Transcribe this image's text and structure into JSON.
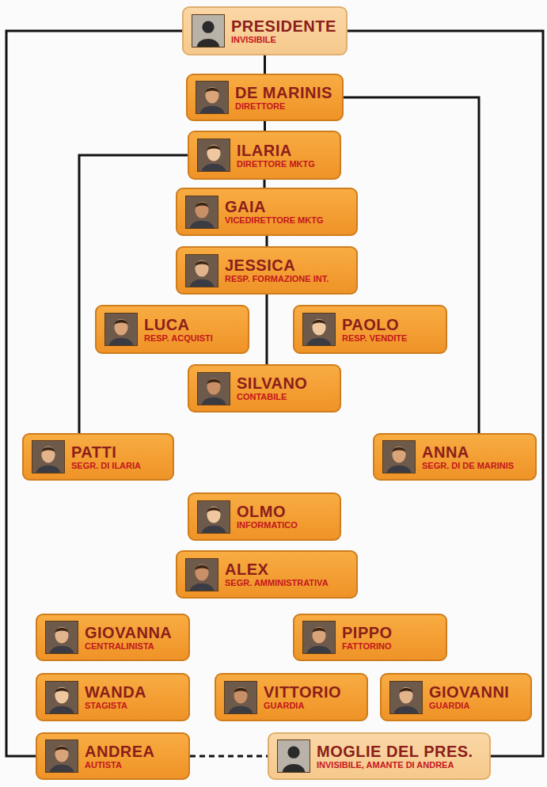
{
  "diagram": {
    "nodes": [
      {
        "text": [
          "PRESIDENTE",
          "INVISIBILE"
        ]
      },
      {
        "text": [
          "DE MARINIS",
          "DIRETTORE"
        ]
      },
      {
        "text": [
          "ILARIA",
          "DIRETTORE MKTG"
        ]
      },
      {
        "text": [
          "GAIA",
          "VICEDIRETTORE MKTG"
        ]
      },
      {
        "text": [
          "JESSICA",
          "RESP. FORMAZIONE INT."
        ]
      },
      {
        "text": [
          "LUCA",
          "RESP. ACQUISTI"
        ]
      },
      {
        "text": [
          "PAOLO",
          "RESP. VENDITE"
        ]
      },
      {
        "text": [
          "SILVANO",
          "CONTABILE"
        ]
      },
      {
        "text": [
          "PATTI",
          "SEGR. DI ILARIA"
        ]
      },
      {
        "text": [
          "ANNA",
          "SEGR. DI DE MARINIS"
        ]
      },
      {
        "text": [
          "OLMO",
          "INFORMATICO"
        ]
      },
      {
        "text": [
          "ALEX",
          "SEGR. AMMINISTRATIVA"
        ]
      },
      {
        "text": [
          "GIOVANNA",
          "CENTRALINISTA"
        ]
      },
      {
        "text": [
          "PIPPO",
          "FATTORINO"
        ]
      },
      {
        "text": [
          "WANDA",
          "STAGISTA"
        ]
      },
      {
        "text": [
          "VITTORIO",
          "GUARDIA"
        ]
      },
      {
        "text": [
          "GIOVANNI",
          "GUARDIA"
        ]
      },
      {
        "text": [
          "ANDREA",
          "AUTISTA"
        ]
      },
      {
        "text": [
          "MOGLIE DEL PRES.",
          "INVISIBILE, AMANTE DI ANDREA"
        ]
      }
    ],
    "edges": [
      {
        "from": 0,
        "to": 1,
        "arrow": "none"
      },
      {
        "from": 1,
        "to": 2,
        "arrow": "none"
      },
      {
        "from": 2,
        "to": 3,
        "arrow": "none"
      },
      {
        "from": 3,
        "to": 4,
        "arrow": "none"
      },
      {
        "from": 4,
        "to": 7,
        "arrow": "none"
      },
      {
        "from": 2,
        "to": 8,
        "arrow": "none"
      },
      {
        "from": 1,
        "to": 9,
        "arrow": "none"
      },
      {
        "from": 0,
        "to": 17,
        "arrow": "none"
      },
      {
        "from": 0,
        "to": 18,
        "arrow": "none"
      },
      {
        "from": 17,
        "to": 18,
        "arrow": "none"
      }
    ]
  }
}
